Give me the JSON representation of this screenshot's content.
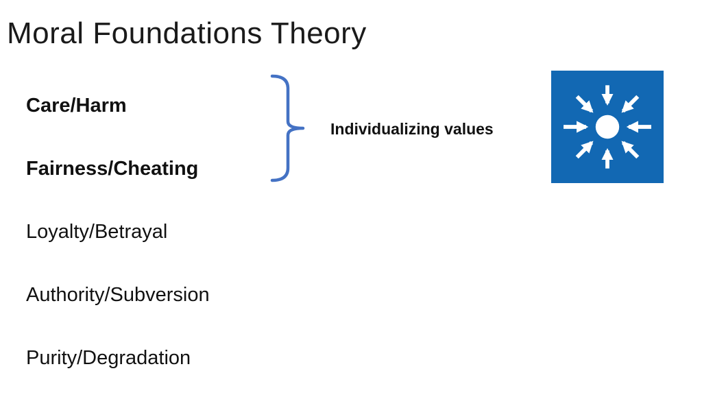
{
  "slide": {
    "title": "Moral Foundations Theory",
    "foundations": [
      {
        "label": "Care/Harm",
        "emphasized": true
      },
      {
        "label": "Fairness/Cheating",
        "emphasized": true
      },
      {
        "label": "Loyalty/Betrayal",
        "emphasized": false
      },
      {
        "label": "Authority/Subversion",
        "emphasized": false
      },
      {
        "label": "Purity/Degradation",
        "emphasized": false
      }
    ],
    "group_label": "Individualizing values",
    "icons": {
      "converge_icon": "arrows-converging-to-center",
      "brace_icon": "right-curly-brace-grouping"
    },
    "colors": {
      "brace_blue": "#4472C4",
      "icon_background_blue": "#1268B3",
      "icon_foreground": "#FFFFFF",
      "text": "#111111"
    }
  }
}
